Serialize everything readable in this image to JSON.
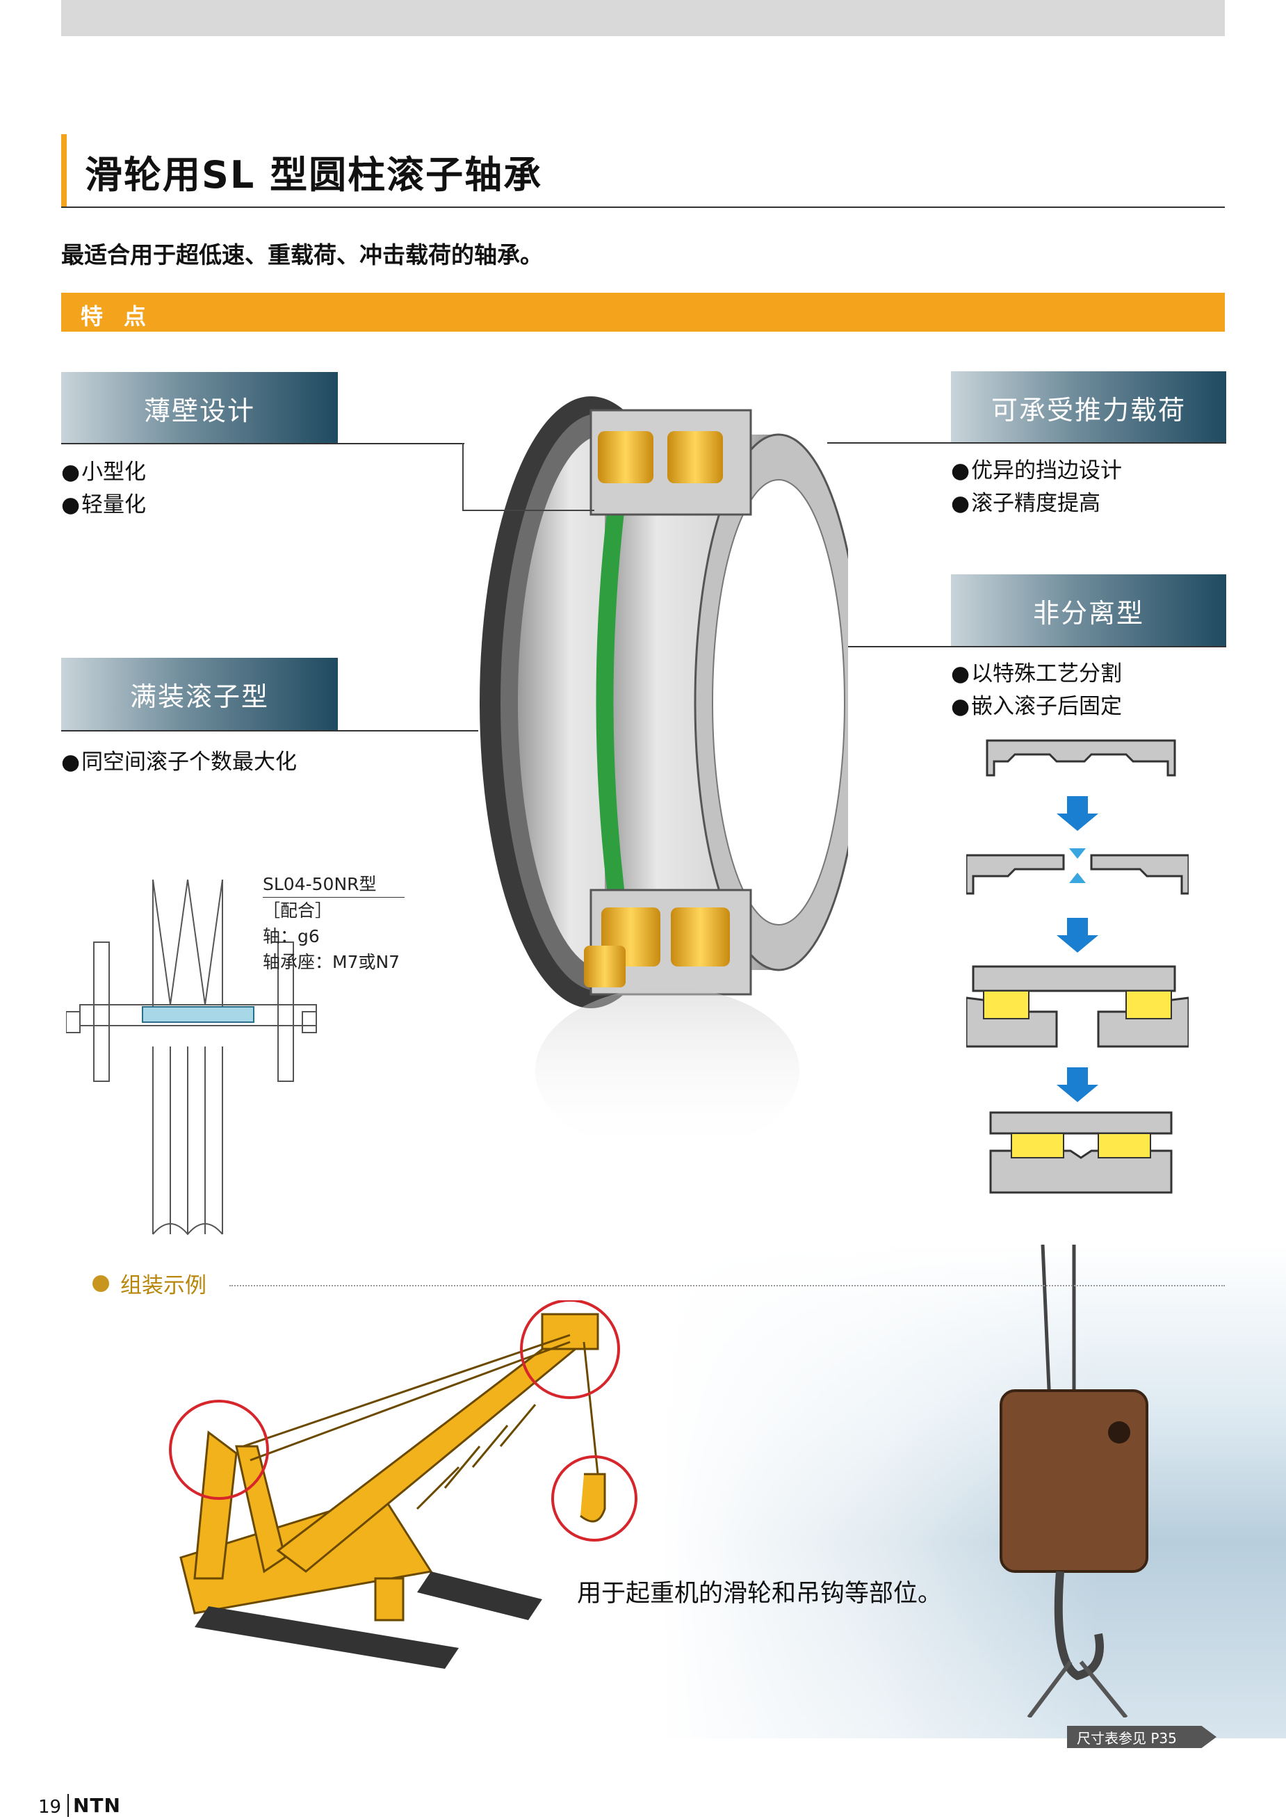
{
  "title": "滑轮用SL 型圆柱滚子轴承",
  "subtitle": "最适合用于超低速、重载荷、冲击载荷的轴承。",
  "features_heading": "特点",
  "features": [
    {
      "name": "薄壁设计",
      "points": [
        "小型化",
        "轻量化"
      ]
    },
    {
      "name": "可承受推力载荷",
      "points": [
        "优异的挡边设计",
        "滚子精度提高"
      ]
    },
    {
      "name": "非分离型",
      "points": [
        "以特殊工艺分割",
        "嵌入滚子后固定"
      ]
    },
    {
      "name": "满装滚子型",
      "points": [
        "同空间滚子个数最大化"
      ]
    }
  ],
  "spec": {
    "model": "SL04-50NR型",
    "fit_label": "［配合］",
    "shaft": "轴：g6",
    "housing": "轴承座：M7或N7"
  },
  "assembly_label": "组装示例",
  "usage_text": "用于起重机的滑轮和吊钩等部位。",
  "reference": "尺寸表参见 P35",
  "page_number": "19",
  "brand": "NTN",
  "colors": {
    "accent": "#f4a31c",
    "feature_box": "#1f4a60",
    "roller": "#e8b020",
    "separator_ring": "#2e9e3e",
    "arrow": "#1a7fd0",
    "crane": "#f2b21c"
  }
}
